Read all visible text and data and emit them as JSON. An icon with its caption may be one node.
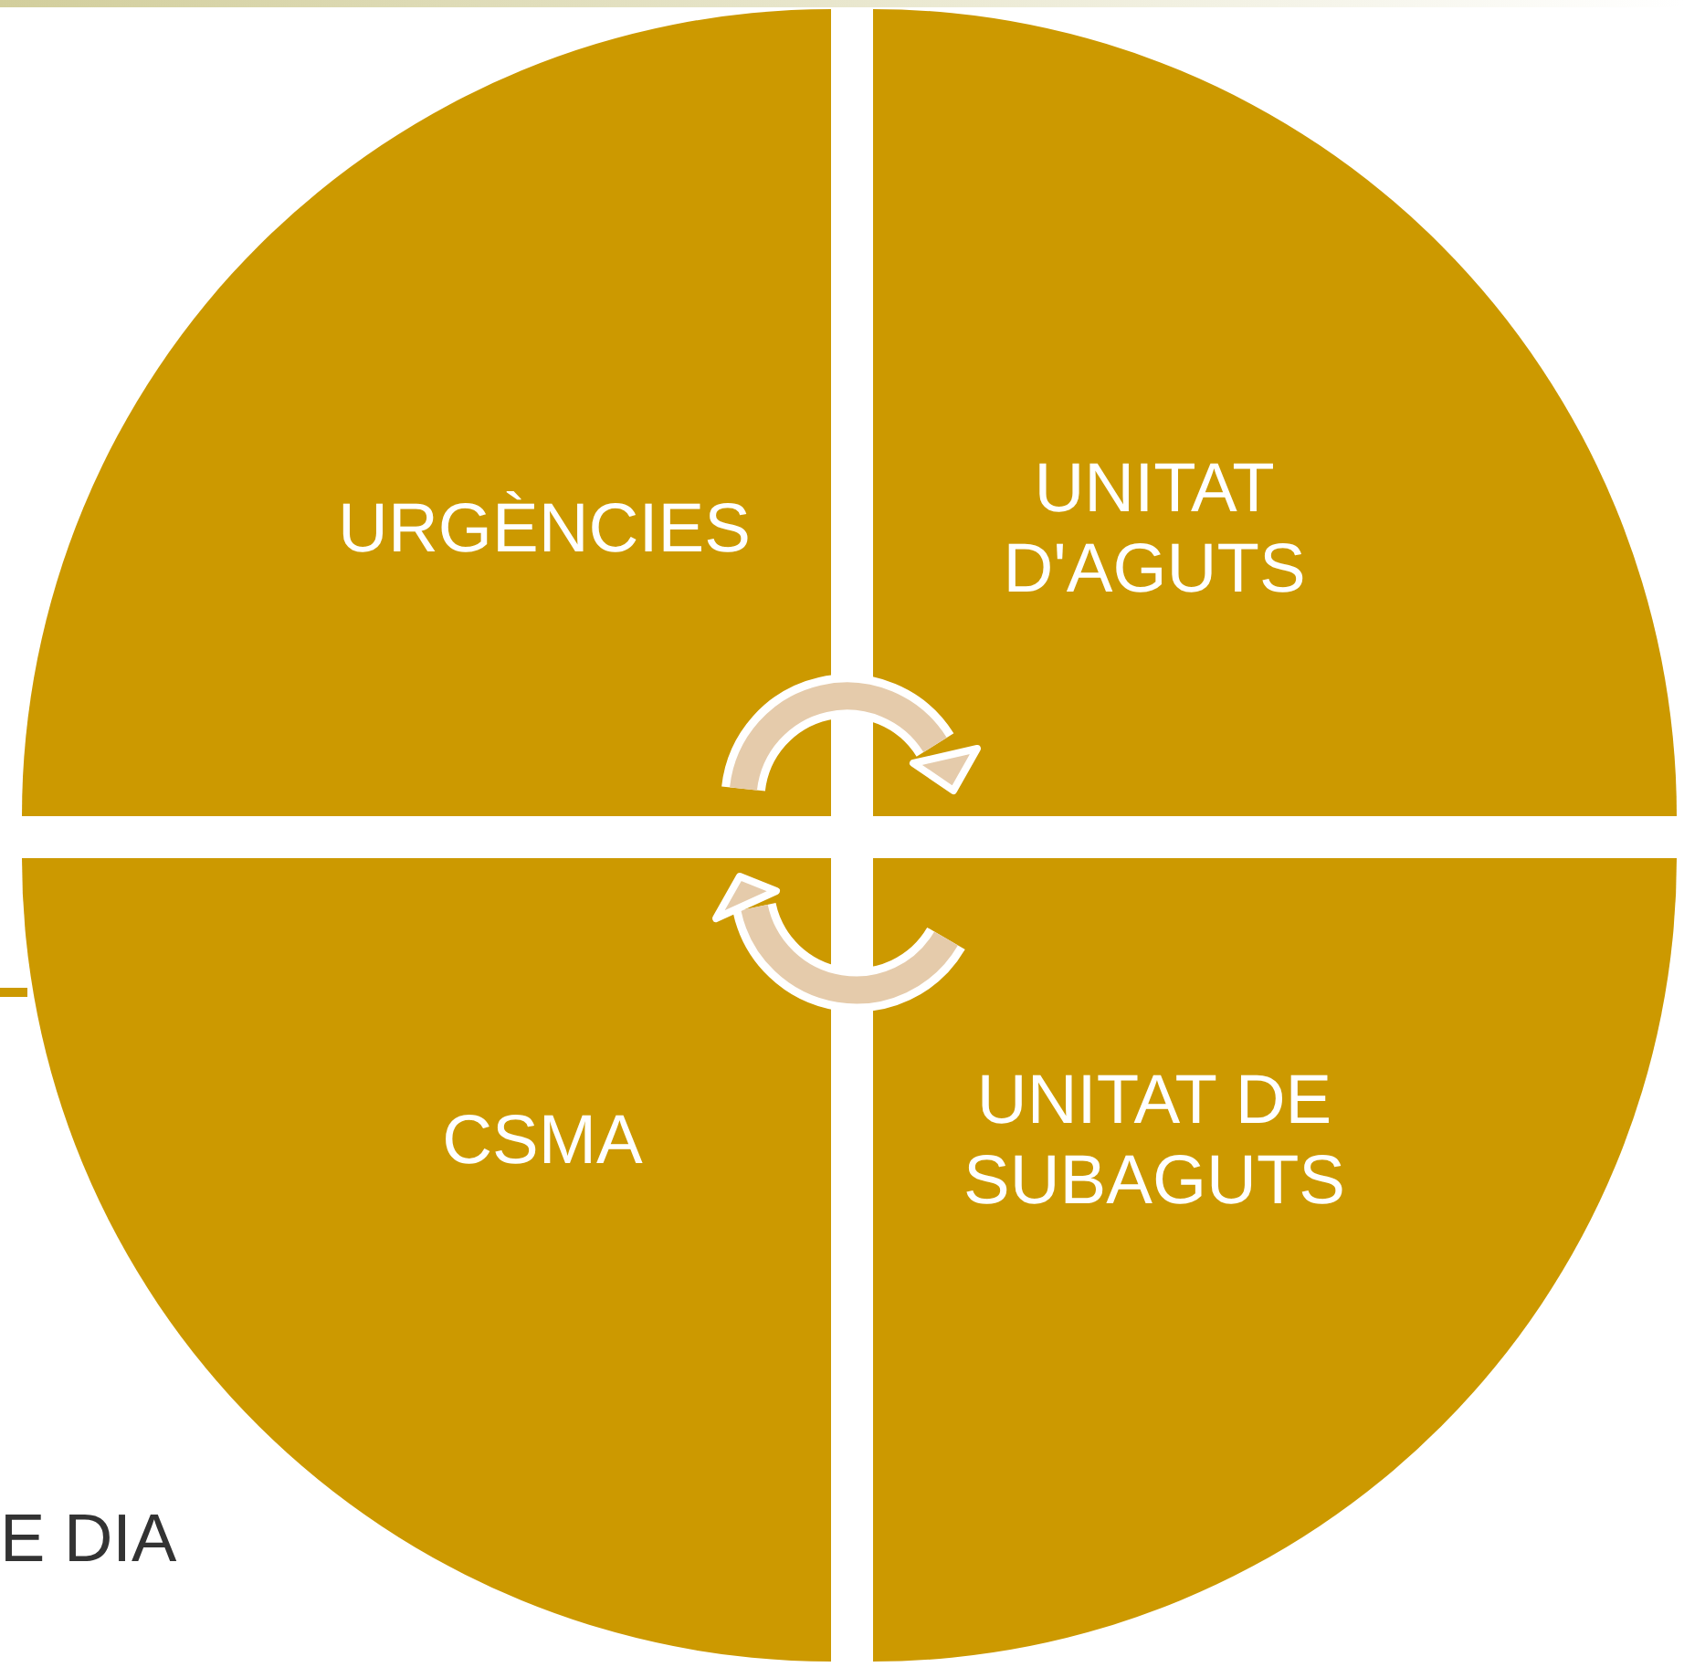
{
  "diagram": {
    "nodes": [
      {
        "text": [
          "URGÈNCIES"
        ]
      },
      {
        "text": [
          "UNITAT D'AGUTS"
        ]
      },
      {
        "text": [
          "CSMA"
        ]
      },
      {
        "text": [
          "UNITAT DE SUBAGUTS"
        ]
      }
    ],
    "edges": [
      {
        "from": 0,
        "to": 1,
        "arrow": "to"
      },
      {
        "from": 3,
        "to": 2,
        "arrow": "to"
      }
    ],
    "labels": [
      "E DIA"
    ]
  }
}
